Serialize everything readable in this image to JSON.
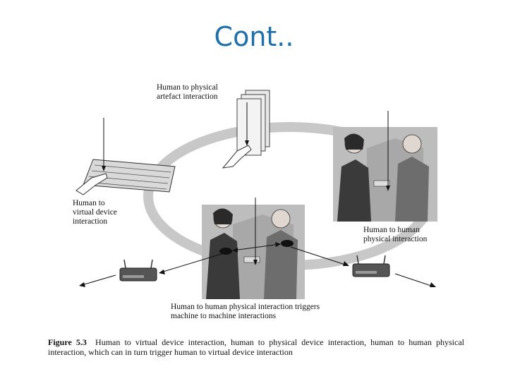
{
  "slide": {
    "title": "Cont.."
  },
  "figure": {
    "labels": {
      "physical_artefact": "Human to physical artefact interaction",
      "virtual_device": "Human to virtual device interaction",
      "human_to_human": "Human to human physical interaction",
      "triggers": "Human to human physical interaction triggers machine to machine interactions"
    },
    "caption": {
      "number": "Figure 5.3",
      "text": "Human to virtual device interaction, human to physical device interaction, human to human physical interaction, which can in turn trigger human to virtual device interaction"
    },
    "colors": {
      "ring": "#c8c8c8",
      "photo_bg": "#bdbdbd",
      "ink": "#111111"
    }
  }
}
